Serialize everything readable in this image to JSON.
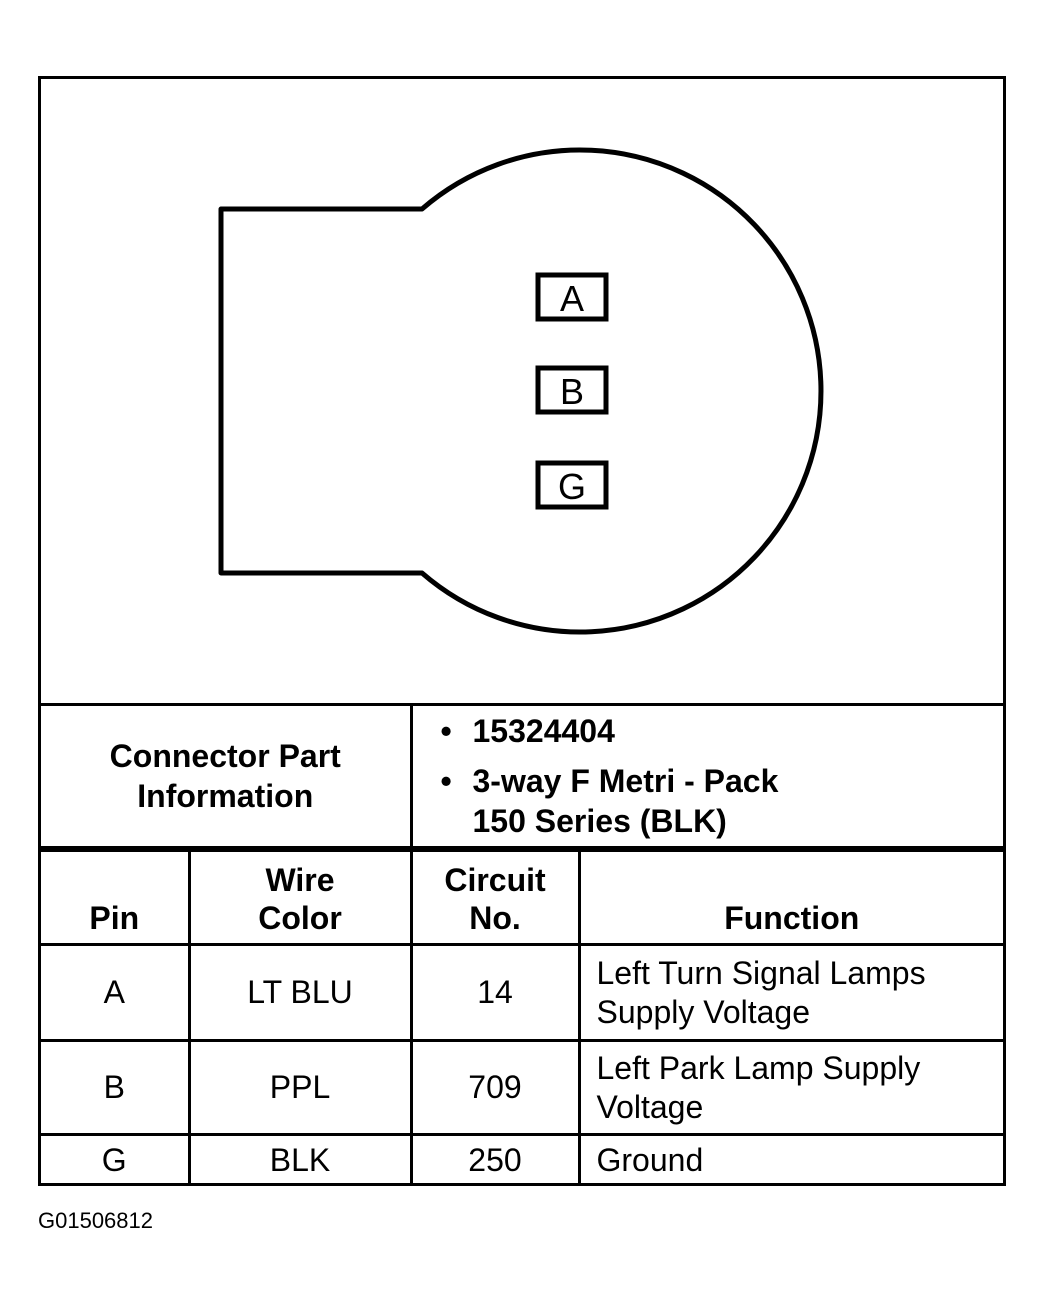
{
  "connector": {
    "pins": [
      "A",
      "B",
      "G"
    ]
  },
  "part_info": {
    "label_line1": "Connector Part",
    "label_line2": "Information",
    "part_number": "15324404",
    "description_line1": "3-way F Metri - Pack",
    "description_line2": "150 Series (BLK)"
  },
  "table": {
    "headers": {
      "pin": "Pin",
      "wire_color_line1": "Wire",
      "wire_color_line2": "Color",
      "circuit_line1": "Circuit",
      "circuit_line2": "No.",
      "function": "Function"
    },
    "rows": [
      {
        "pin": "A",
        "wire_color": "LT BLU",
        "circuit": "14",
        "function_line1": "Left Turn Signal Lamps",
        "function_line2": "Supply Voltage"
      },
      {
        "pin": "B",
        "wire_color": "PPL",
        "circuit": "709",
        "function_line1": "Left Park Lamp Supply",
        "function_line2": "Voltage"
      },
      {
        "pin": "G",
        "wire_color": "BLK",
        "circuit": "250",
        "function_line1": "Ground",
        "function_line2": ""
      }
    ]
  },
  "figure_code": "G01506812"
}
